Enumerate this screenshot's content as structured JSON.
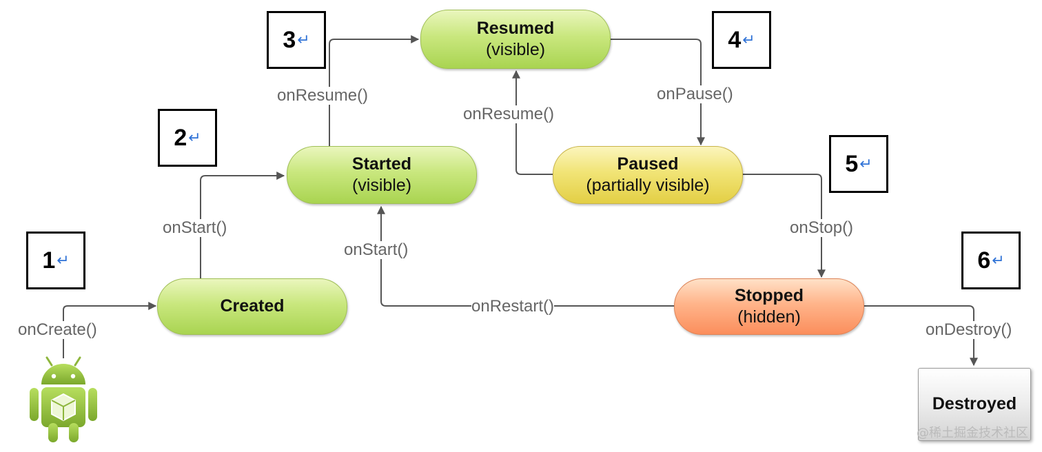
{
  "states": {
    "resumed": {
      "title": "Resumed",
      "sub": "(visible)"
    },
    "started": {
      "title": "Started",
      "sub": "(visible)"
    },
    "paused": {
      "title": "Paused",
      "sub": "(partially visible)"
    },
    "created": {
      "title": "Created"
    },
    "stopped": {
      "title": "Stopped",
      "sub": "(hidden)"
    },
    "destroyed": {
      "title": "Destroyed"
    }
  },
  "transitions": {
    "on_create": "onCreate()",
    "on_start": "onStart()",
    "on_resume": "onResume()",
    "on_pause": "onPause()",
    "on_resume_back": "onResume()",
    "on_stop": "onStop()",
    "on_start_back": "onStart()",
    "on_restart": "onRestart()",
    "on_destroy": "onDestroy()"
  },
  "callouts": [
    "1",
    "2",
    "3",
    "4",
    "5",
    "6"
  ],
  "callout_mark": "↵",
  "watermark": "@稀土掘金技术社区",
  "icons": {
    "start": "android-robot-icon"
  },
  "colors": {
    "line": "#555555",
    "label": "#666666",
    "callout_mark": "#2f72d6"
  }
}
